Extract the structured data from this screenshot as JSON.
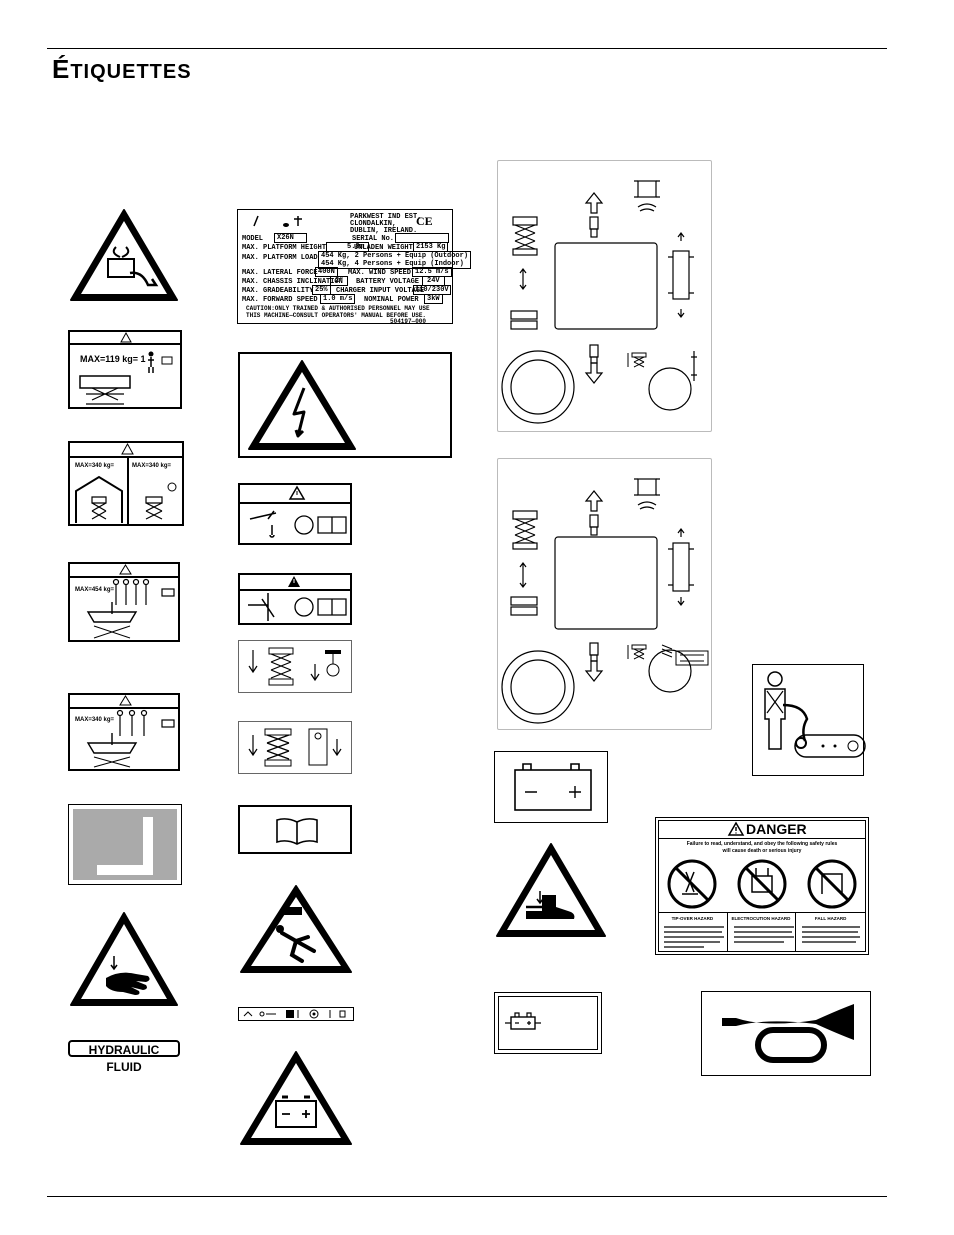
{
  "page": {
    "title_initial": "É",
    "title_rest": "TIQUETTES"
  },
  "labels": {
    "max_119": "MAX=119 kg= 1",
    "max_340_a": "MAX=340 kg=",
    "max_340_b": "MAX=340 kg=",
    "max_454": "MAX=454 kg=",
    "max_340_c": "MAX=340 kg=",
    "hydraulic_fluid": "HYDRAULIC FLUID"
  },
  "serial_plate": {
    "company_l1": "PARKWEST IND EST,",
    "company_l2": "CLONDALKIN,",
    "company_l3": "DUBLIN, IRELAND.",
    "model_label": "MODEL",
    "model_value": "X26N",
    "serial_label": "SERIAL No.",
    "height_label": "MAX. PLATFORM HEIGHT",
    "height_value": "5.8m",
    "weight_label": "UNLADEN WEIGHT",
    "weight_value": "2153 Kg",
    "load_label": "MAX. PLATFORM LOAD",
    "load_outdoor": "454 Kg, 2 Persons + Equip (Outdoor)",
    "load_indoor": "454 Kg, 4 Persons + Equip (Indoor)",
    "lateral_label": "MAX. LATERAL FORCE",
    "lateral_value": "400N",
    "wind_label": "MAX. WIND SPEED",
    "wind_value": "12.5 m/s",
    "incl_label": "MAX. CHASSIS INCLINATION",
    "incl_value": "2°",
    "battery_label": "BATTERY VOLTAGE",
    "battery_value": "24V",
    "grade_label": "MAX. GRADEABILITY",
    "grade_value": "25%",
    "charger_label": "CHARGER INPUT VOLTAGE",
    "charger_value": "110/230V",
    "fwd_label": "MAX. FORWARD SPEED",
    "fwd_value": "1.0 m/s",
    "power_label": "NOMINAL POWER",
    "power_value": "3kW",
    "caution_l1": "CAUTION:ONLY TRAINED & AUTHORISED PERSONNEL MAY USE",
    "caution_l2": "THIS MACHINE—CONSULT OPERATORS' MANUAL BEFORE USE.",
    "part_no": "504197—000"
  },
  "danger_decal": {
    "heading": "DANGER",
    "subtitle_l1": "Failure to read, understand, and obey the following safety rules",
    "subtitle_l2": "will cause death or serious injury",
    "col1": "TIP-OVER HAZARD",
    "col2": "ELECTROCUTION HAZARD",
    "col3": "FALL HAZARD"
  },
  "colors": {
    "ink": "#000000",
    "panel_border": "#bbbbbb",
    "grey_decal": "#aaaaaa"
  }
}
